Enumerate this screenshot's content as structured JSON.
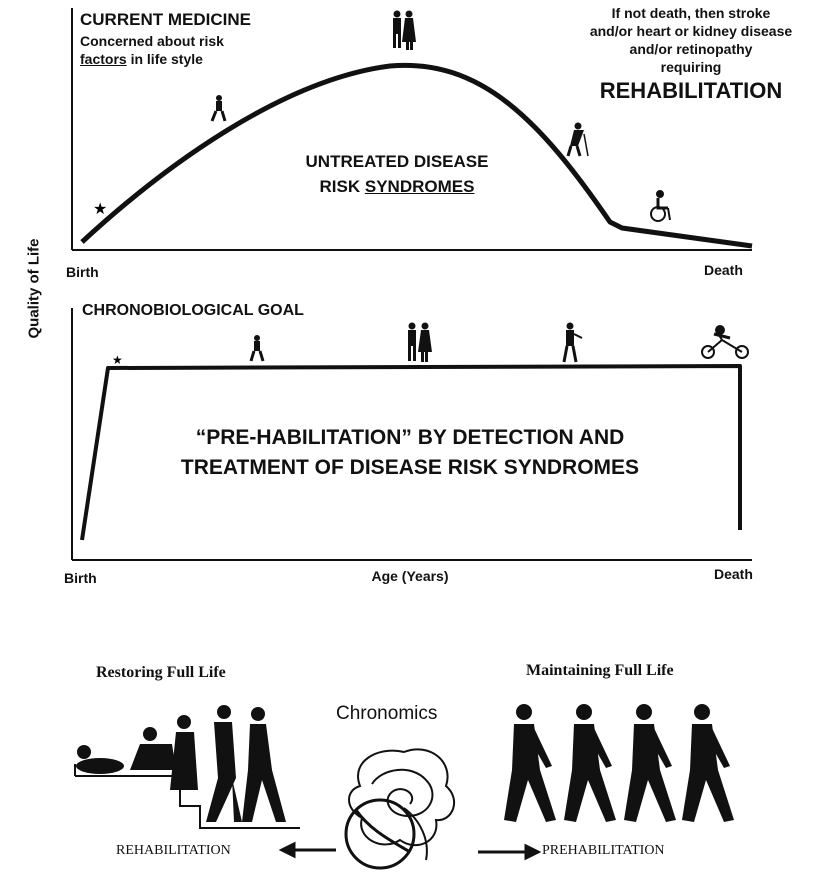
{
  "y_axis_label": "Quality of Life",
  "top_panel": {
    "current_medicine_title": "CURRENT MEDICINE",
    "current_medicine_line1": "Concerned about risk",
    "current_medicine_factors": "factors",
    "current_medicine_line2_rest": " in life style",
    "outcome_line1": "If not death, then stroke",
    "outcome_line2": "and/or heart or kidney disease",
    "outcome_line3": "and/or retinopathy",
    "outcome_line4": "requiring",
    "rehabilitation": "REHABILITATION",
    "untreated_line1": "UNTREATED DISEASE",
    "untreated_risk": "RISK ",
    "untreated_syndromes": "SYNDROMES",
    "birth": "Birth",
    "death": "Death"
  },
  "bottom_panel": {
    "goal_title": "CHRONOBIOLOGICAL GOAL",
    "prehab_line1": "“PRE-HABILITATION” BY DETECTION AND",
    "prehab_line2": "TREATMENT OF DISEASE RISK SYNDROMES",
    "birth": "Birth",
    "x_axis_label": "Age (Years)",
    "death": "Death"
  },
  "illustration": {
    "restoring": "Restoring Full Life",
    "maintaining": "Maintaining Full Life",
    "chronomics": "Chronomics",
    "rehabilitation": "REHABILITATION",
    "prehabilitation": "PREHABILITATION"
  }
}
